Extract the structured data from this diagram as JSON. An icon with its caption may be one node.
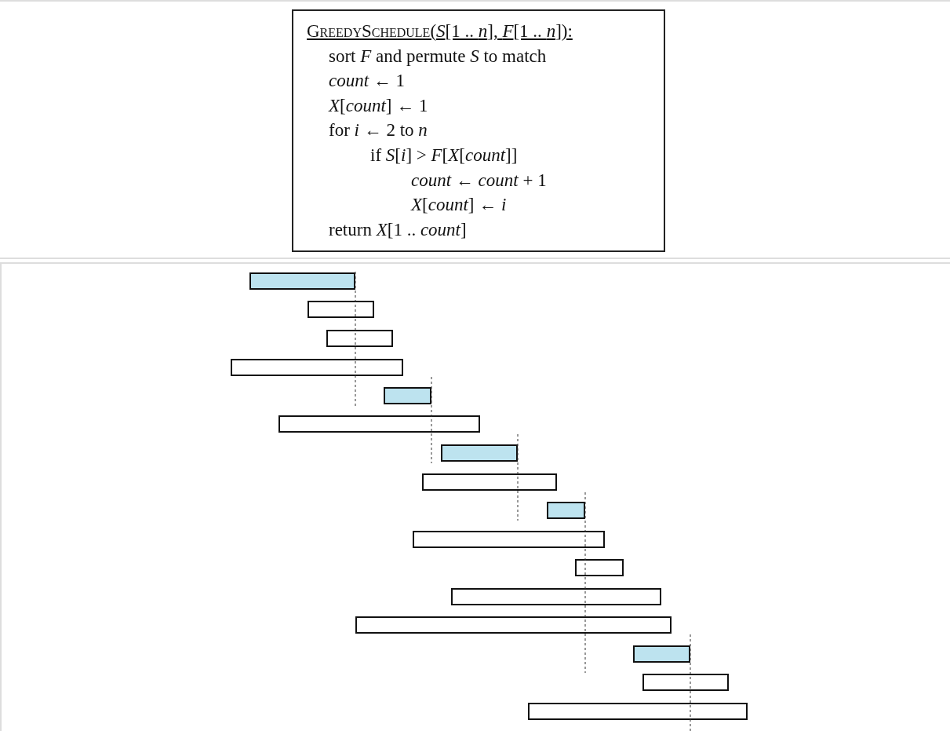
{
  "diagram": {
    "nodes": [
      {
        "text": [
          "GreedySchedule(*S*[1 .. *n*], *F*[1 .. *n*]):",
          "sort *F* and permute *S* to match",
          "*count* ← 1",
          "*X*[*count*] ← 1",
          "for *i* ← 2 to *n*",
          "if *S*[*i*] > *F*[*X*[*count*]]",
          "*count* ← *count* + 1",
          "*X*[*count*] ← *i*",
          "return *X*[1 .. *count*]"
        ]
      },
      {
        "text": [],
        "shape": "bar"
      },
      {
        "text": [],
        "shape": "bar"
      },
      {
        "text": [],
        "shape": "bar"
      },
      {
        "text": [],
        "shape": "bar"
      },
      {
        "text": [],
        "shape": "bar"
      },
      {
        "text": [],
        "shape": "bar"
      },
      {
        "text": [],
        "shape": "bar"
      },
      {
        "text": [],
        "shape": "bar"
      },
      {
        "text": [],
        "shape": "bar"
      },
      {
        "text": [],
        "shape": "bar"
      },
      {
        "text": [],
        "shape": "bar"
      },
      {
        "text": [],
        "shape": "bar"
      },
      {
        "text": [],
        "shape": "bar"
      },
      {
        "text": [],
        "shape": "bar"
      },
      {
        "text": [],
        "shape": "bar"
      },
      {
        "text": [],
        "shape": "bar"
      }
    ]
  }
}
